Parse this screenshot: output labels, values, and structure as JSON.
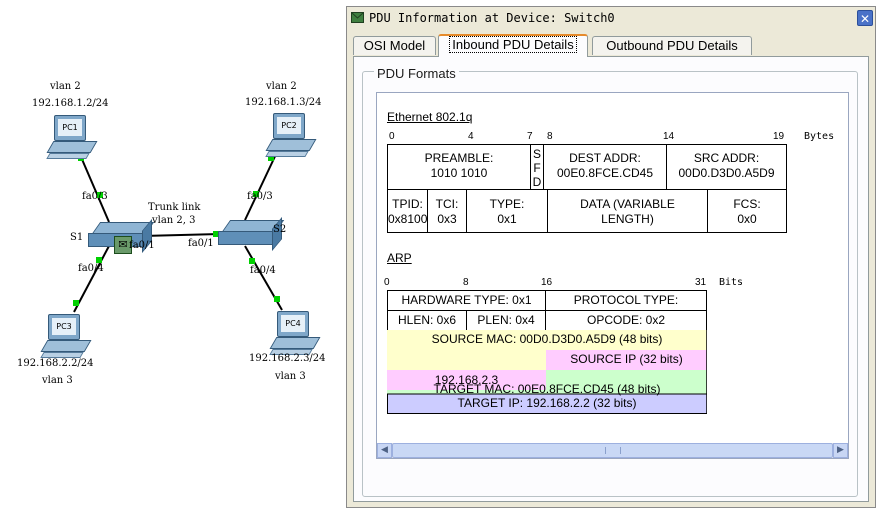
{
  "topology": {
    "pc1": {
      "name": "PC1",
      "vlan": "vlan 2",
      "ip": "192.168.1.2/24"
    },
    "pc2": {
      "name": "PC2",
      "vlan": "vlan 2",
      "ip": "192.168.1.3/24"
    },
    "pc3": {
      "name": "PC3",
      "vlan": "vlan 3",
      "ip": "192.168.2.2/24"
    },
    "pc4": {
      "name": "PC4",
      "vlan": "vlan 3",
      "ip": "192.168.2.3/24"
    },
    "s1": {
      "name": "S1"
    },
    "s2": {
      "name": "S2"
    },
    "trunk": {
      "line1": "Trunk link",
      "line2": "vlan 2, 3"
    },
    "ports": {
      "s1_pc1": "fa0/3",
      "s1_pc3": "fa0/4",
      "s1_trunk": "fa0/1",
      "s2_trunk": "fa0/1",
      "s2_pc2": "fa0/3",
      "s2_pc4": "fa0/4"
    },
    "link_color": "#000000",
    "port_up_color": "#00d000"
  },
  "dialog": {
    "title": "PDU Information at Device: Switch0",
    "close_icon": "close-icon",
    "tabs": [
      {
        "label": "OSI Model",
        "active": false
      },
      {
        "label": "Inbound PDU Details",
        "active": true
      },
      {
        "label": "Outbound PDU Details",
        "active": false
      }
    ],
    "group_label": "PDU Formats",
    "ethernet": {
      "title": "Ethernet 802.1q",
      "ruler": [
        "0",
        "4",
        "7",
        "8",
        "14",
        "19"
      ],
      "units": "Bytes",
      "preamble": {
        "label": "PREAMBLE:",
        "value": "1010 1010"
      },
      "sfd": [
        "S",
        "F",
        "D"
      ],
      "dest": {
        "label": "DEST ADDR:",
        "value": "00E0.8FCE.CD45"
      },
      "src": {
        "label": "SRC ADDR:",
        "value": "00D0.D3D0.A5D9"
      },
      "tpid": {
        "label": "TPID:",
        "value": "0x8100"
      },
      "tci": {
        "label": "TCI:",
        "value": "0x3"
      },
      "type": {
        "label": "TYPE:",
        "value": "0x1"
      },
      "data": {
        "label": "DATA (VARIABLE",
        "value": "LENGTH)"
      },
      "fcs": {
        "label": "FCS:",
        "value": "0x0"
      }
    },
    "arp": {
      "title": "ARP",
      "ruler": [
        "0",
        "8",
        "16",
        "31"
      ],
      "units": "Bits",
      "hw_type": "HARDWARE TYPE: 0x1",
      "proto_type": "PROTOCOL TYPE:",
      "hlen": "HLEN: 0x6",
      "plen": "PLEN: 0x4",
      "opcode": "OPCODE: 0x2",
      "source_mac": "SOURCE MAC: 00D0.D3D0.A5D9 (48 bits)",
      "source_ip_label": "SOURCE IP (32 bits)",
      "source_ip_value": "192.168.2.3",
      "target_mac": "TARGET MAC: 00E0.8FCE.CD45 (48 bits)",
      "target_ip": "TARGET IP: 192.168.2.2 (32 bits)",
      "colors": {
        "source_mac": "#ffffcc",
        "source_ip": "#ffccff",
        "target_mac": "#ccffcc",
        "target_ip": "#ccccff"
      }
    },
    "scrollbar": {
      "left_icon": "arrow-left-icon",
      "right_icon": "arrow-right-icon"
    }
  }
}
